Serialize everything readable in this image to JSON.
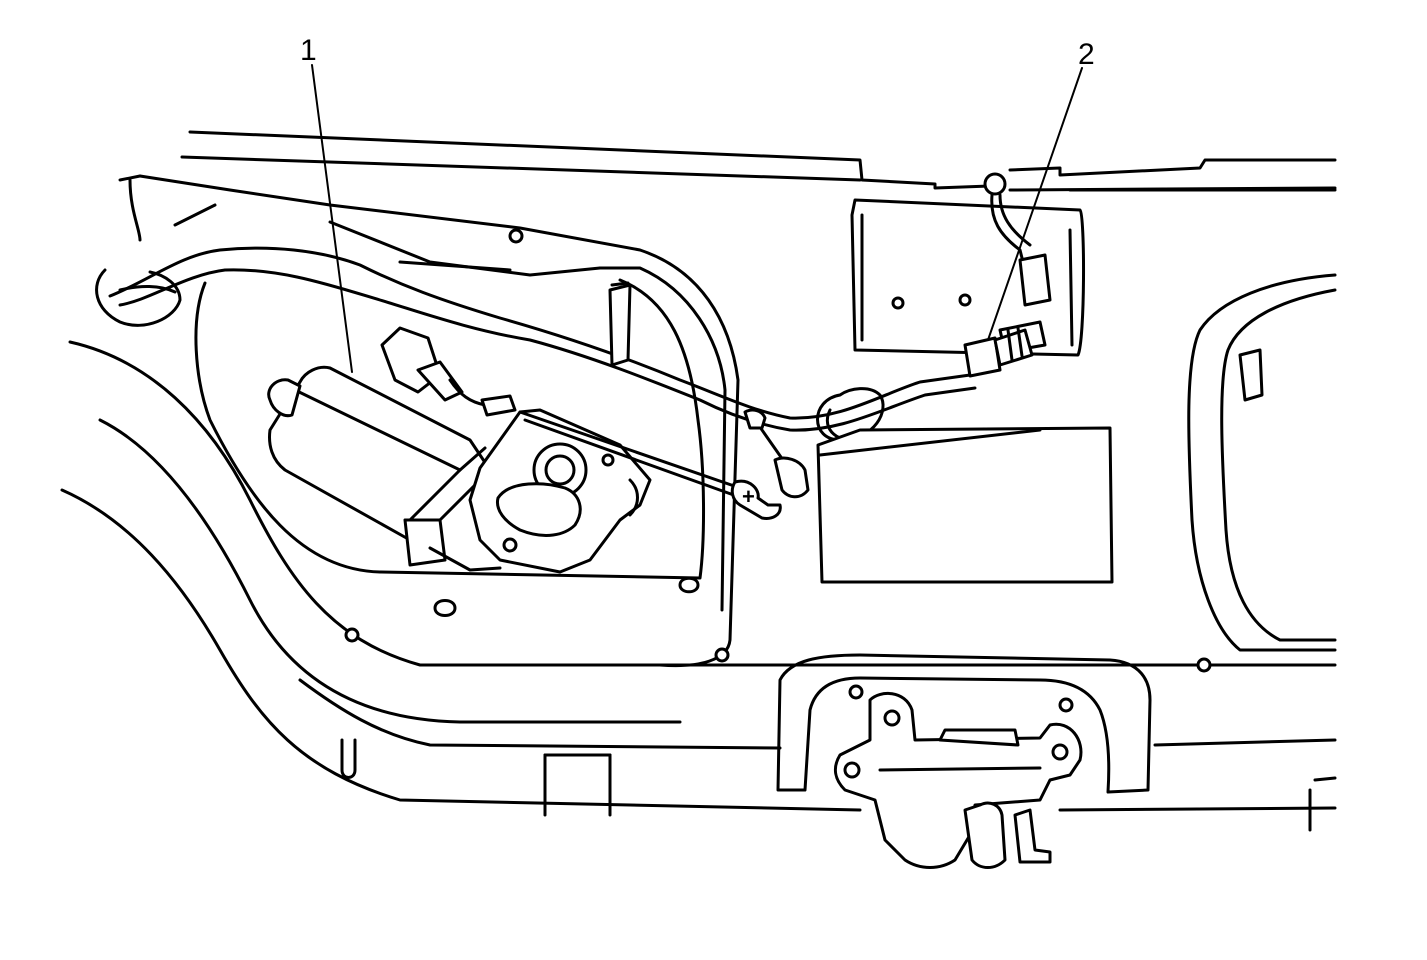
{
  "callouts": [
    {
      "id": "1",
      "label": "1"
    },
    {
      "id": "2",
      "label": "2"
    }
  ],
  "terminal_mark": "+",
  "colors": {
    "line": "#000000",
    "background": "#ffffff"
  }
}
